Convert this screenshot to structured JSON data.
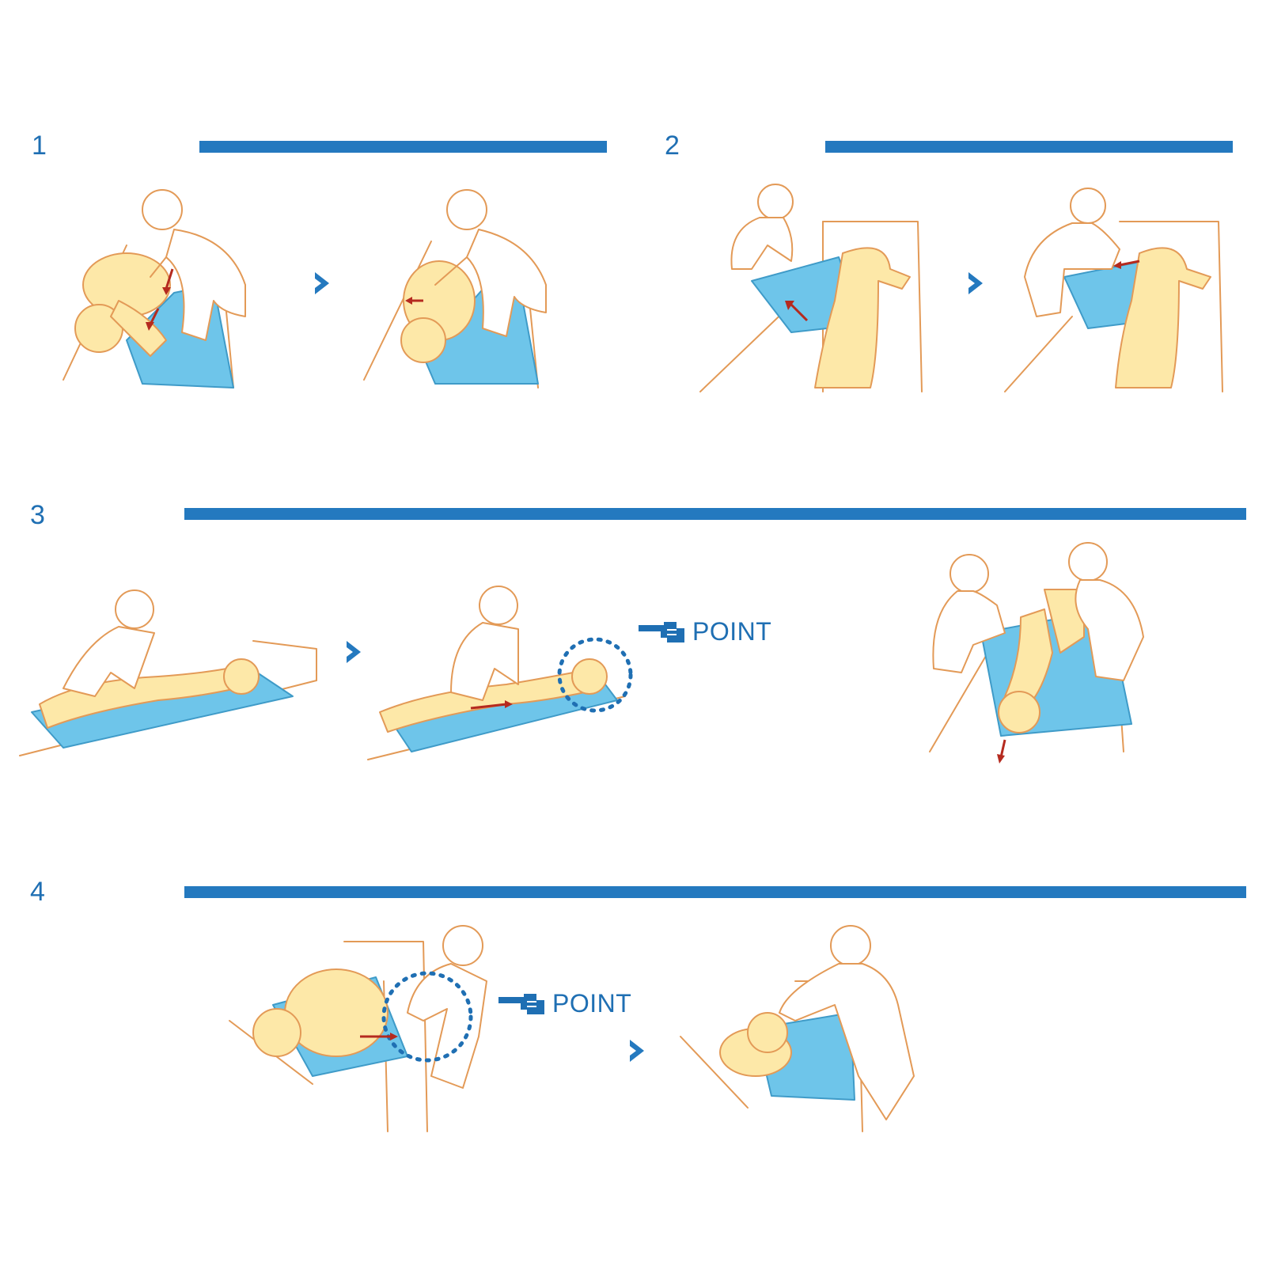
{
  "steps": [
    {
      "number": "1"
    },
    {
      "number": "2"
    },
    {
      "number": "3"
    },
    {
      "number": "4"
    }
  ],
  "callouts": {
    "point_label": "POINT"
  },
  "colors": {
    "accent_blue": "#2479bf",
    "sheet_blue": "#6ec5ea",
    "line_orange": "#e39a57",
    "skin_yellow": "#fde8a8",
    "arrow_red": "#b52a1f"
  }
}
